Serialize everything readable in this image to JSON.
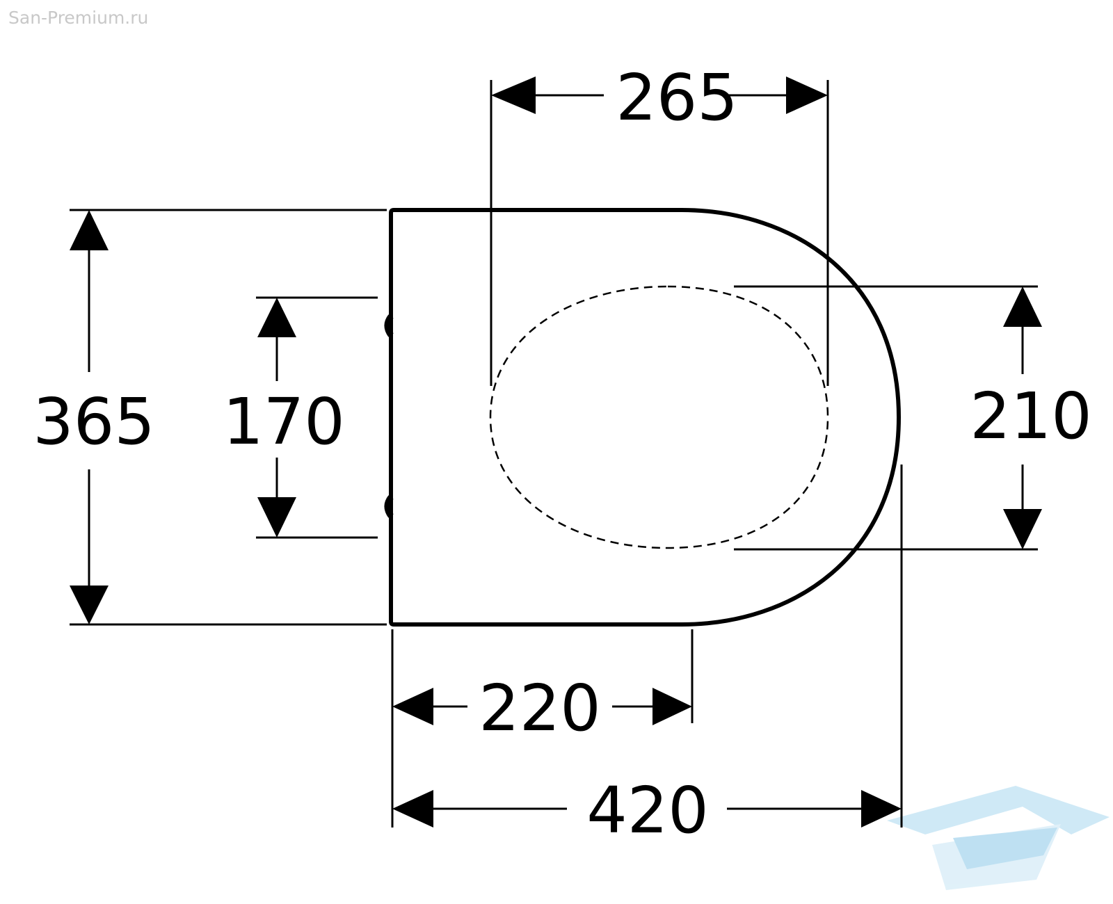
{
  "watermark": {
    "site": "San-Premium.ru",
    "logo_color": "#a9d6ee"
  },
  "dimensions": {
    "seat_opening_width": "265",
    "seat_length": "365",
    "hinge_spacing": "170",
    "opening_depth": "210",
    "straight_section": "220",
    "overall_width": "420"
  },
  "colors": {
    "line": "#000000",
    "background": "#ffffff"
  }
}
